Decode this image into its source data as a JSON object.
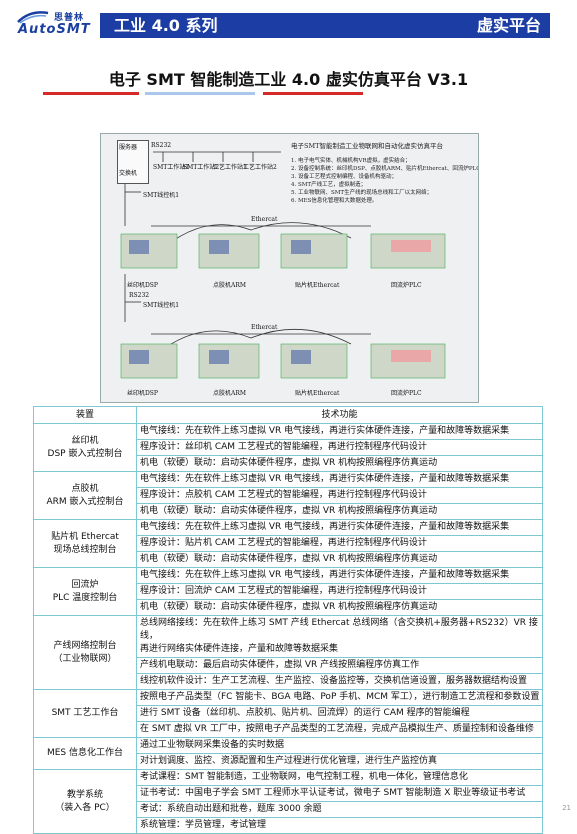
{
  "header": {
    "logo_cn": "思普林",
    "logo_en": "AutoSMT",
    "series": "工业 4.0 系列",
    "category": "虚实平台"
  },
  "title": "电子 SMT 智能制造工业 4.0 虚实仿真平台 V3.1",
  "diagram": {
    "heading": "电子SMT智能制造工业物联网和自动化虚实仿真平台",
    "notes": [
      "1. 电子电气实体、机械机构VR虚拟，虚实结合；",
      "2. 设备控制系统：丝印机DSP、点胶机ARM、贴片机Ethercat、回流炉PLC",
      "3. 设备工艺程式控制编程、设备机构驱动；",
      "4. SMT产线工艺，虚拟制造；",
      "5. 工业物联网、SMT生产线的现场总线和工厂以太网络；",
      "6. MES信息化管理和大数据处理。"
    ],
    "rs232": "RS232",
    "server": "服务器",
    "switch": "交换机",
    "ws": [
      "SMT工作站1",
      "SMT工作站2",
      "工艺工作站1",
      "工艺工作站2"
    ],
    "line1": "SMT线控机1",
    "line2": "SMT线控机1",
    "ethercat": "Ethercat",
    "labels": [
      "丝印机DSP",
      "点胶机ARM",
      "贴片机Ethercat",
      "回流炉PLC"
    ]
  },
  "table": {
    "headers": [
      "装置",
      "技术功能"
    ],
    "groups": [
      {
        "device": "丝印机\nDSP 嵌入式控制台",
        "rows": [
          "电气接线：先在软件上练习虚拟 VR 电气接线，再进行实体硬件连接，产量和故障等数据采集",
          "程序设计：丝印机 CAM 工艺程式的智能编程，再进行控制程序代码设计",
          "机电（软硬）联动：启动实体硬件程序，虚拟 VR 机构按照编程序仿真运动"
        ]
      },
      {
        "device": "点胶机\nARM 嵌入式控制台",
        "rows": [
          "电气接线：先在软件上练习虚拟 VR 电气接线，再进行实体硬件连接，产量和故障等数据采集",
          "程序设计：点胶机 CAM 工艺程式的智能编程，再进行控制程序代码设计",
          "机电（软硬）联动：启动实体硬件程序，虚拟 VR 机构按照编程序仿真运动"
        ]
      },
      {
        "device": "贴片机 Ethercat\n现场总线控制台",
        "rows": [
          "电气接线：先在软件上练习虚拟 VR 电气接线，再进行实体硬件连接，产量和故障等数据采集",
          "程序设计：贴片机 CAM 工艺程式的智能编程，再进行控制程序代码设计",
          "机电（软硬）联动：启动实体硬件程序，虚拟 VR 机构按照编程序仿真运动"
        ]
      },
      {
        "device": "回流炉\nPLC 温度控制台",
        "rows": [
          "电气接线：先在软件上练习虚拟 VR 电气接线，再进行实体硬件连接，产量和故障等数据采集",
          "程序设计：回流炉 CAM 工艺程式的智能编程，再进行控制程序代码设计",
          "机电（软硬）联动：启动实体硬件程序，虚拟 VR 机构按照编程序仿真运动"
        ]
      },
      {
        "device": "产线网络控制台\n（工业物联网）",
        "rows": [
          "总线网络接线：先在软件上练习 SMT 产线 Ethercat 总线网络（含交换机+服务器+RS232）VR 接线，\n再进行网络实体硬件连接，产量和故障等数据采集",
          "产线机电联动：最后启动实体硬件，虚拟 VR 产线按照编程序仿真工作",
          "线控机软件设计：生产工艺流程、生产监控、设备监控等，交换机信道设置，服务器数据结构设置"
        ]
      },
      {
        "device": "SMT 工艺工作台",
        "rows": [
          "按照电子产品类型（FC 智能卡、BGA 电路、PoP 手机、MCM 军工），进行制造工艺流程和参数设置",
          "进行 SMT 设备（丝印机、点胶机、贴片机、回流焊）的运行 CAM 程序的智能编程",
          "在 SMT 虚拟 VR 工厂中，按照电子产品类型的工艺流程，完成产品模拟生产、质量控制和设备维修"
        ]
      },
      {
        "device": "MES 信息化工作台",
        "rows": [
          "通过工业物联网采集设备的实时数据",
          "对计划调度、监控、资源配置和生产过程进行优化管理，进行生产监控仿真"
        ]
      },
      {
        "device": "教学系统\n（装入各 PC）",
        "rows": [
          "考试课程：SMT 智能制造，工业物联网，电气控制工程，机电一体化，管理信息化",
          "证书考试：中国电子学会 SMT 工程师水平认证考试，微电子 SMT 智能制造 X 职业等级证书考试",
          "考试：系统自动出题和批卷，题库 3000 余题",
          "系统管理：学员管理，考试管理"
        ]
      }
    ]
  },
  "page_number": "21"
}
